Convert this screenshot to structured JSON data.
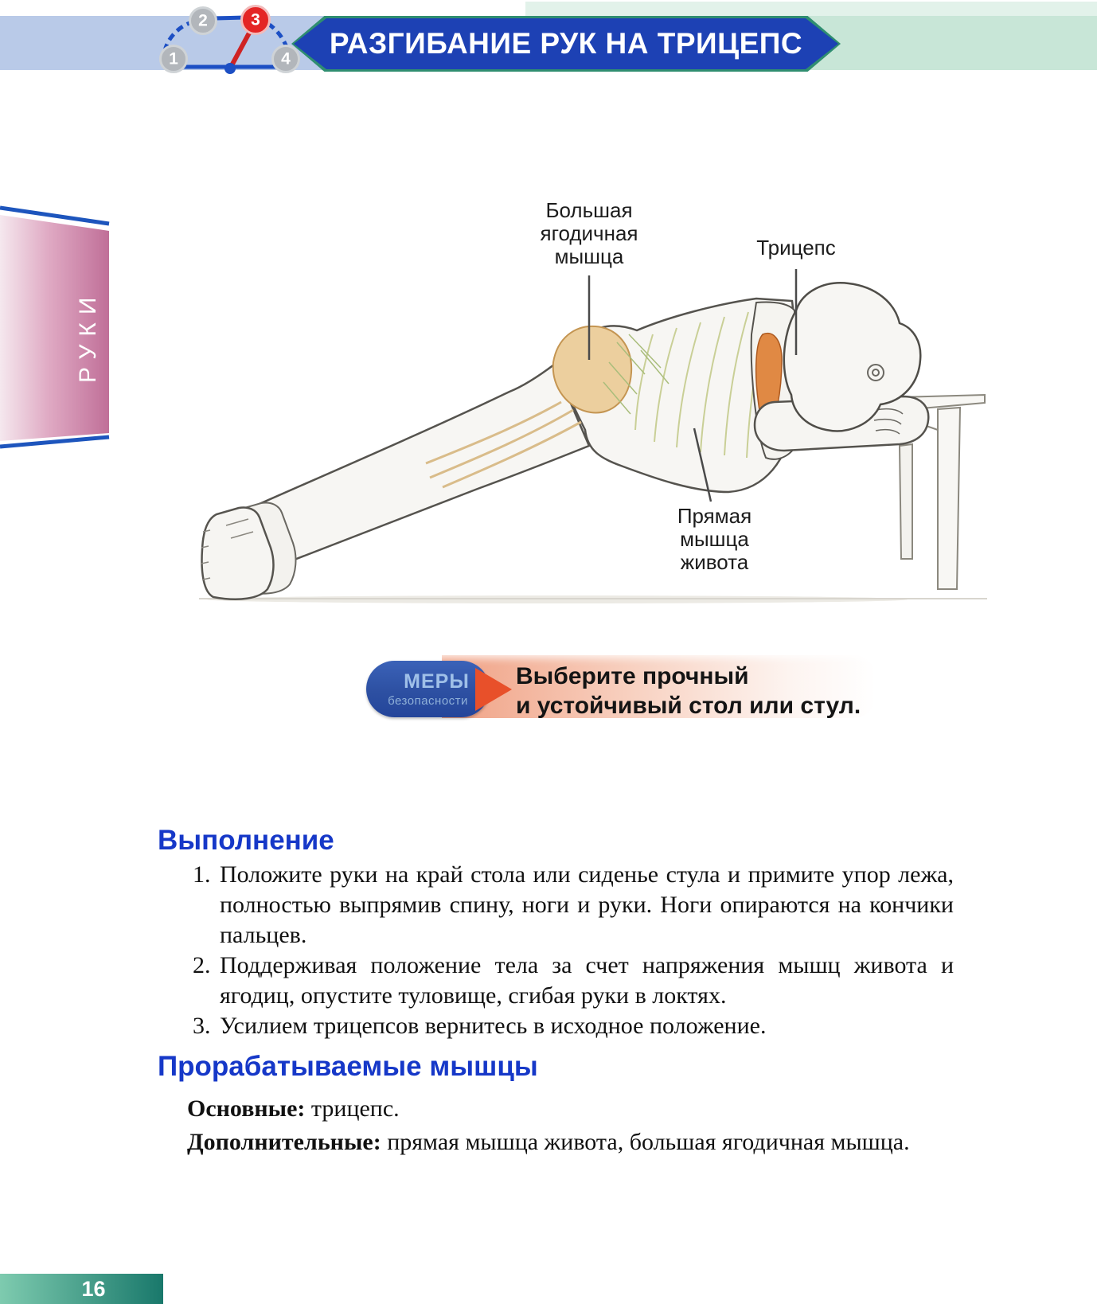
{
  "header": {
    "title": "РАЗГИБАНИЕ РУК НА ТРИЦЕПС",
    "difficulty_gauge": {
      "levels": [
        "1",
        "2",
        "3",
        "4"
      ],
      "active_level": "3"
    }
  },
  "sidebar": {
    "label": "РУКИ"
  },
  "illustration": {
    "labels": {
      "glute": "Большая ягодичная мышца",
      "triceps": "Трицепс",
      "abs": "Прямая мышца живота"
    }
  },
  "safety": {
    "badge_title": "МЕРЫ",
    "badge_subtitle": "безопасности",
    "lines": [
      "Выберите прочный",
      "и устойчивый стол или стул."
    ]
  },
  "execution": {
    "heading": "Выполнение",
    "steps": [
      "Положите руки на край стола или сиденье стула и примите упор лежа, полностью выпрямив спину, ноги и руки. Ноги опираются на кончики пальцев.",
      "Поддерживая положение тела за счет напряжения мышц живота и ягодиц, опустите туловище, сгибая руки в локтях.",
      "Усилием трицепсов вернитесь в исходное положение."
    ]
  },
  "muscles": {
    "heading": "Прорабатываемые мышцы",
    "primary_label": "Основные:",
    "primary_value": " трицепс.",
    "secondary_label": "Дополнительные:",
    "secondary_value": " прямая мышца живота, большая ягодичная мышца."
  },
  "page": {
    "number": "16"
  },
  "colors": {
    "banner_blue": "#1d41b4",
    "banner_border": "#2f8e70",
    "strip_blue": "#b9cae8",
    "strip_green": "#c8e6d7",
    "heading_blue": "#1638c8",
    "gauge_blue": "#1c4fc4",
    "gauge_red": "#e42525",
    "pill_blue": "#2d50a2",
    "arrow_orange": "#e8502a",
    "safety_orange": "#f0a184",
    "tab_pink_dark": "#c06f98",
    "footer_teal_dark": "#19786b"
  }
}
